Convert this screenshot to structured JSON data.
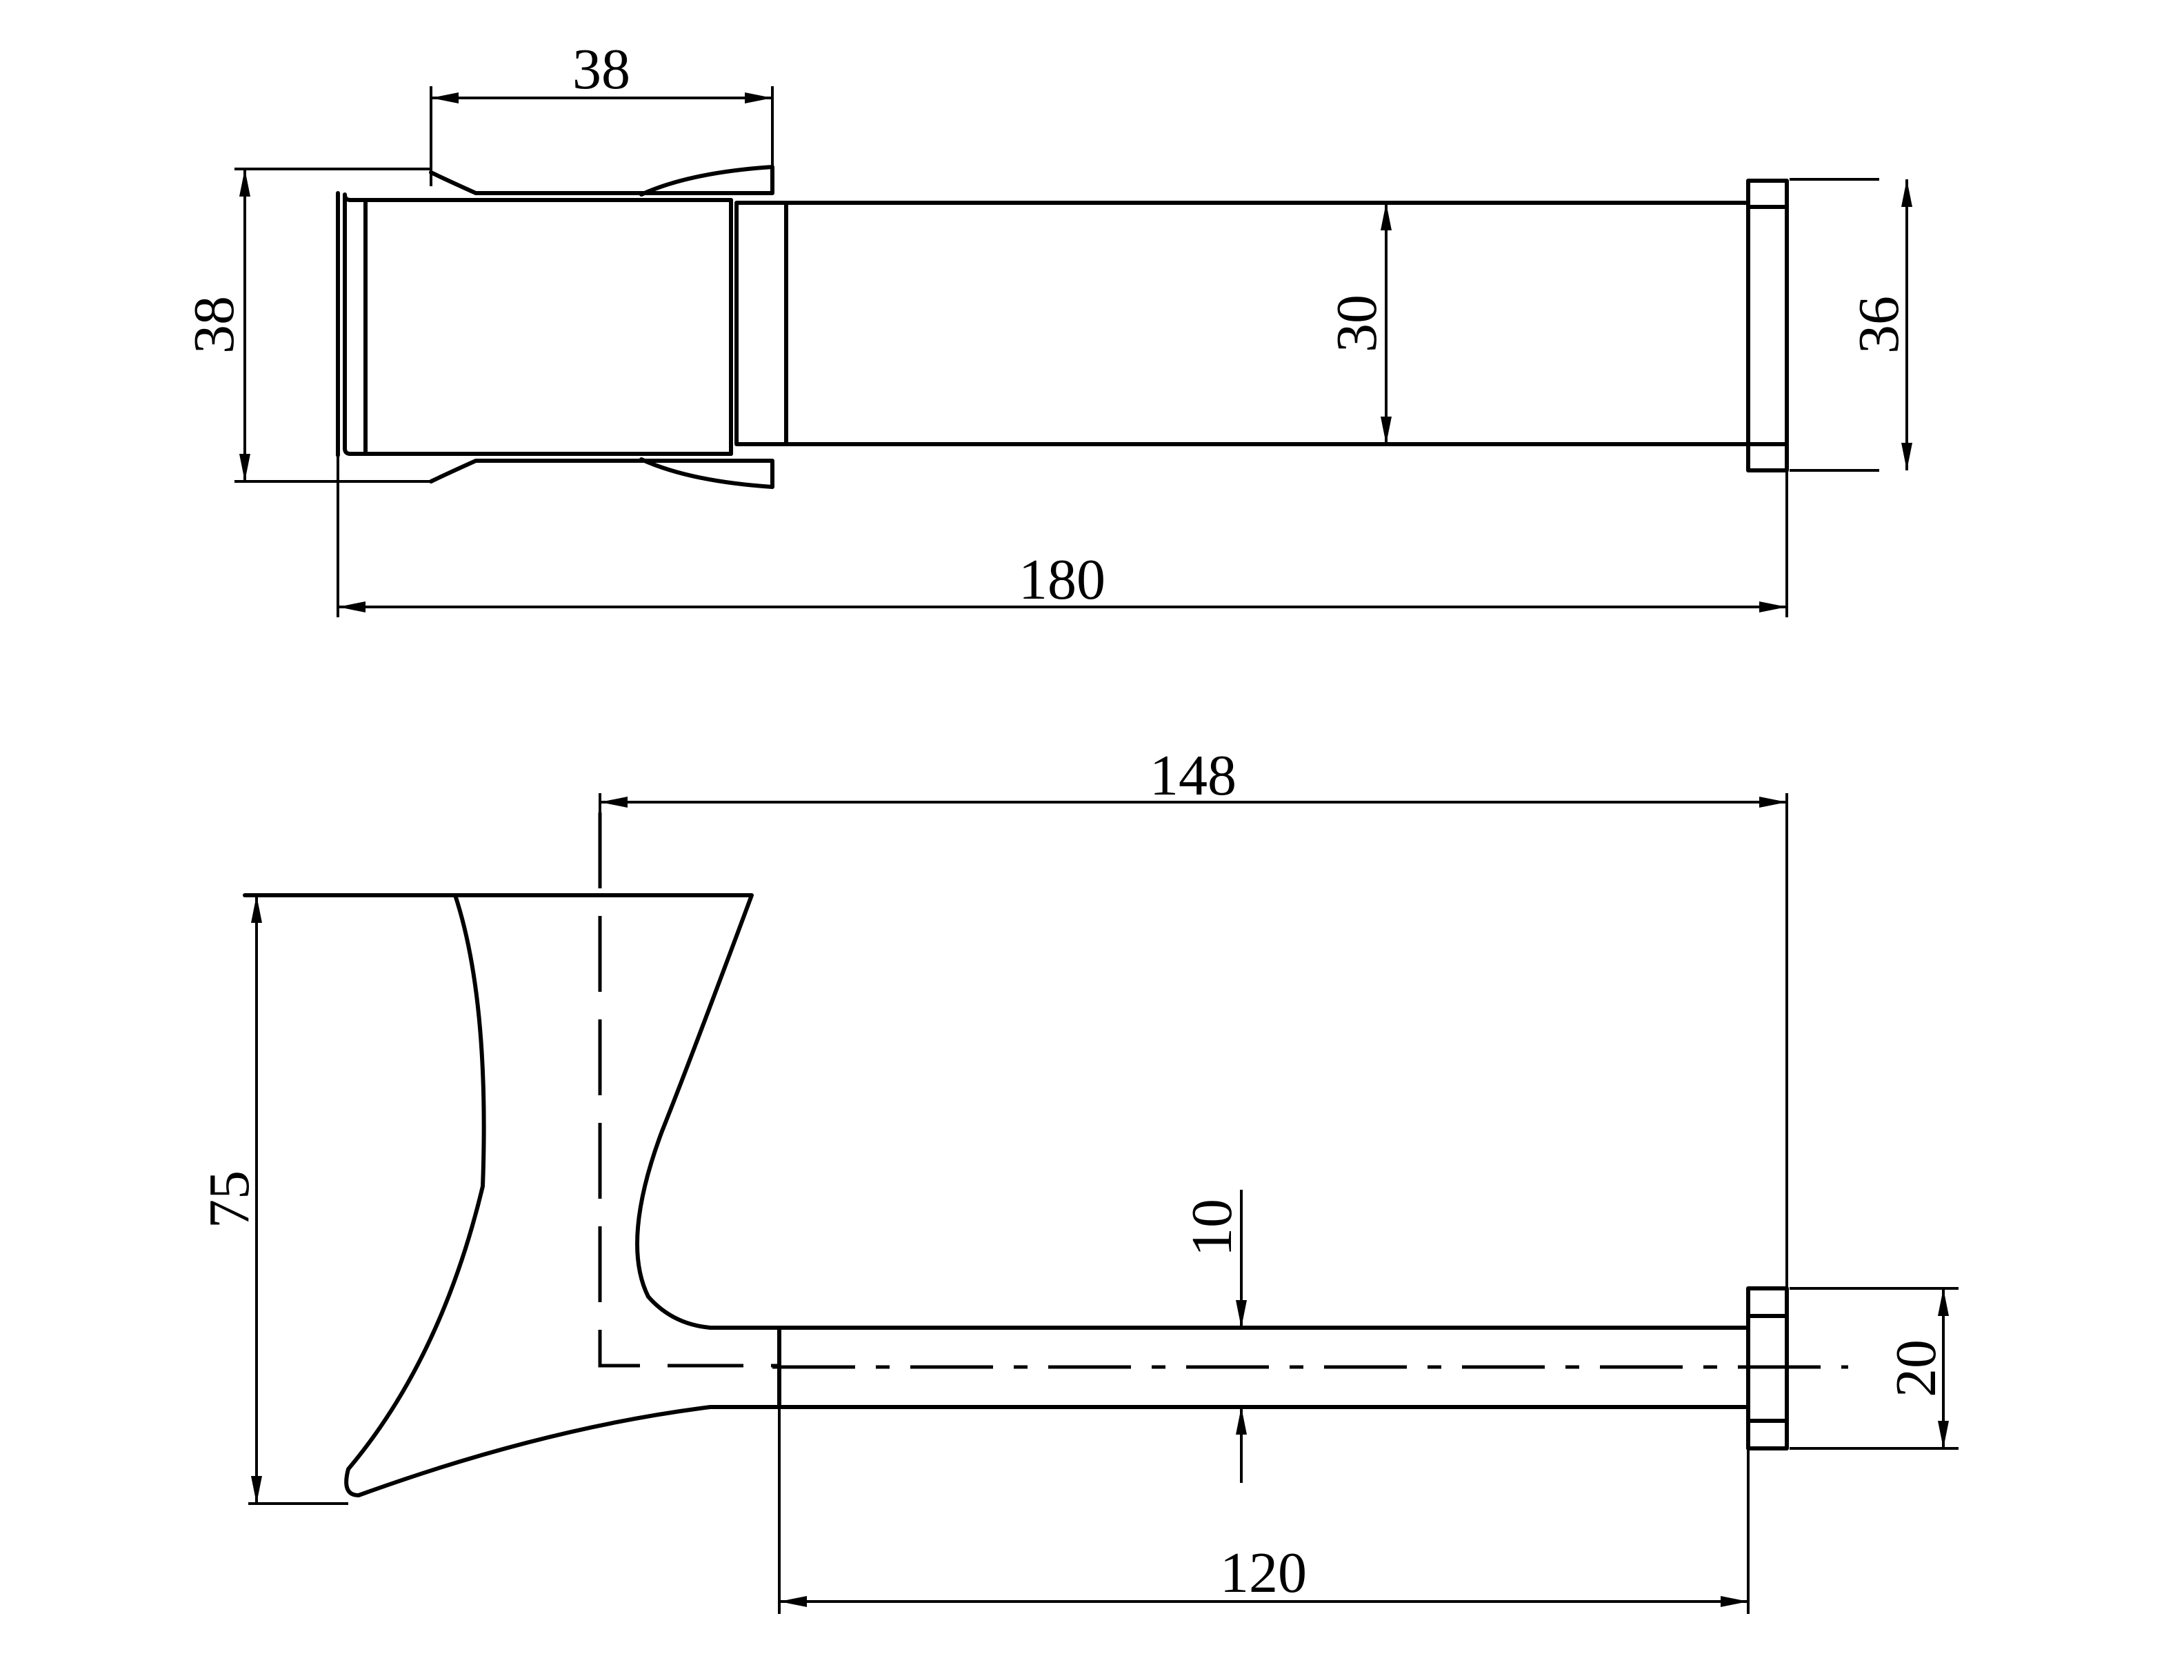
{
  "dimensions": {
    "top_view": {
      "head_width": "38",
      "head_height": "38",
      "bar_height": "30",
      "flange_height": "36",
      "overall_length": "180"
    },
    "side_view": {
      "depth": "148",
      "head_height": "75",
      "bar_thickness": "10",
      "flange_height": "20",
      "bar_length": "120"
    }
  },
  "colors": {
    "line": "#000000",
    "background": "#ffffff"
  }
}
